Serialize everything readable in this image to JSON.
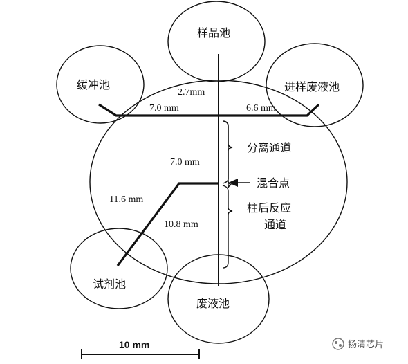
{
  "reservoirs": {
    "sample": "样品池",
    "buffer": "缓冲池",
    "sample_waste": "进样废液池",
    "reagent": "试剂池",
    "waste": "废液池"
  },
  "dimensions": {
    "d1": "2.7mm",
    "d2": "7.0 mm",
    "d3": "6.6 mm",
    "d4": "7.0 mm",
    "d5": "11.6 mm",
    "d6": "10.8 mm"
  },
  "annotations": {
    "separation_channel": "分离通道",
    "mixing_point": "混合点",
    "post_column_line1": "柱后反应",
    "post_column_line2": "通道"
  },
  "scale_bar": {
    "label": "10 mm"
  },
  "watermark": {
    "text": "扬清芯片"
  }
}
